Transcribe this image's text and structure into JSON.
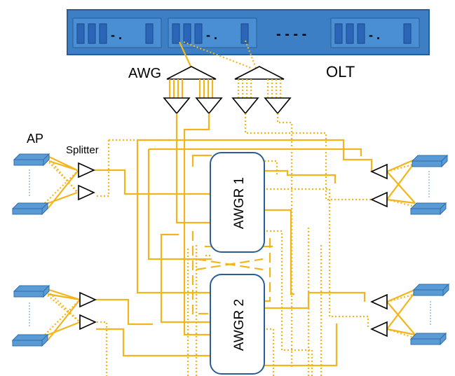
{
  "labels": {
    "olt": "OLT",
    "awg": "AWG",
    "ap": "AP",
    "splitter": "Splitter",
    "awgr1": "AWGR 1",
    "awgr2": "AWGR 2",
    "olt_ellipsis": "- - - -",
    "card_gap": "- ."
  },
  "colors": {
    "olt_fill": "#3d7fc4",
    "olt_border": "#2a5d96",
    "card_fill": "#2b65b8",
    "fiber": "#f2b51c",
    "ap": "#5b9bd5"
  }
}
